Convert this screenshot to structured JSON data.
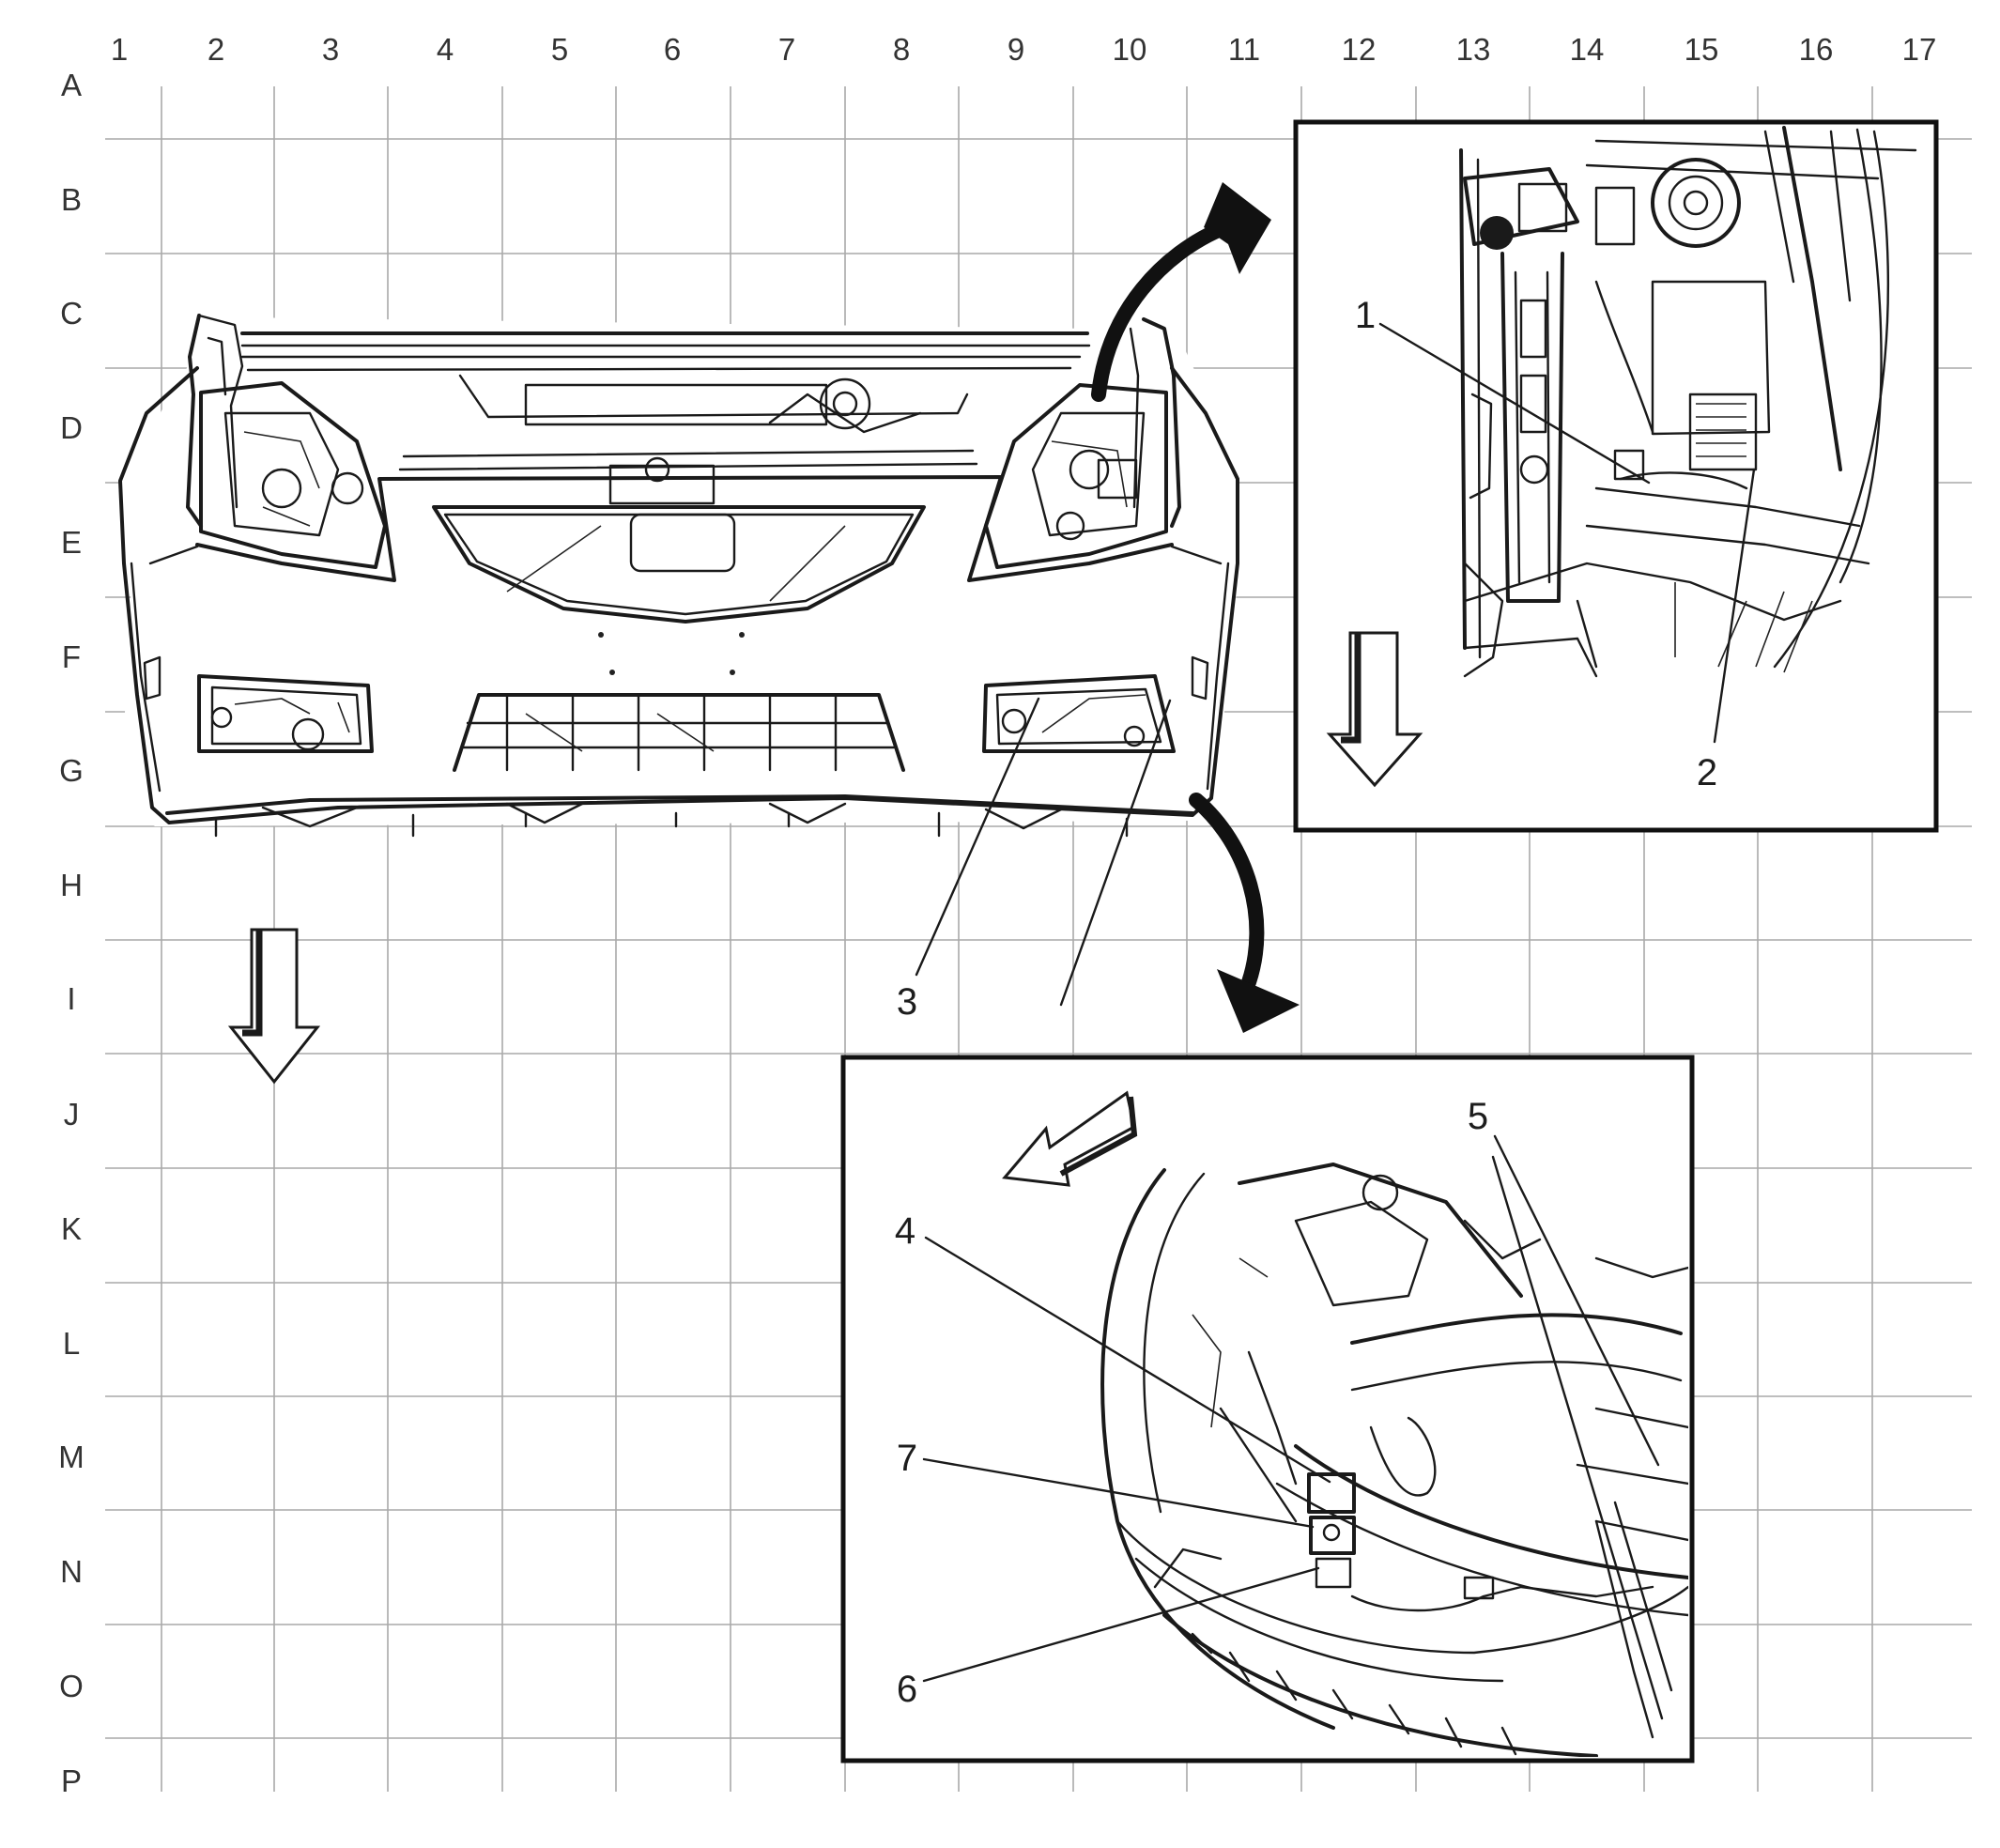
{
  "grid": {
    "columns": [
      "1",
      "2",
      "3",
      "4",
      "5",
      "6",
      "7",
      "8",
      "9",
      "10",
      "11",
      "12",
      "13",
      "14",
      "15",
      "16",
      "17"
    ],
    "rows": [
      "A",
      "B",
      "C",
      "D",
      "E",
      "F",
      "G",
      "H",
      "I",
      "J",
      "K",
      "L",
      "M",
      "N",
      "O",
      "P"
    ]
  },
  "callouts": [
    {
      "number": "1"
    },
    {
      "number": "2"
    },
    {
      "number": "3"
    },
    {
      "number": "4"
    },
    {
      "number": "5"
    },
    {
      "number": "6"
    },
    {
      "number": "7"
    }
  ]
}
